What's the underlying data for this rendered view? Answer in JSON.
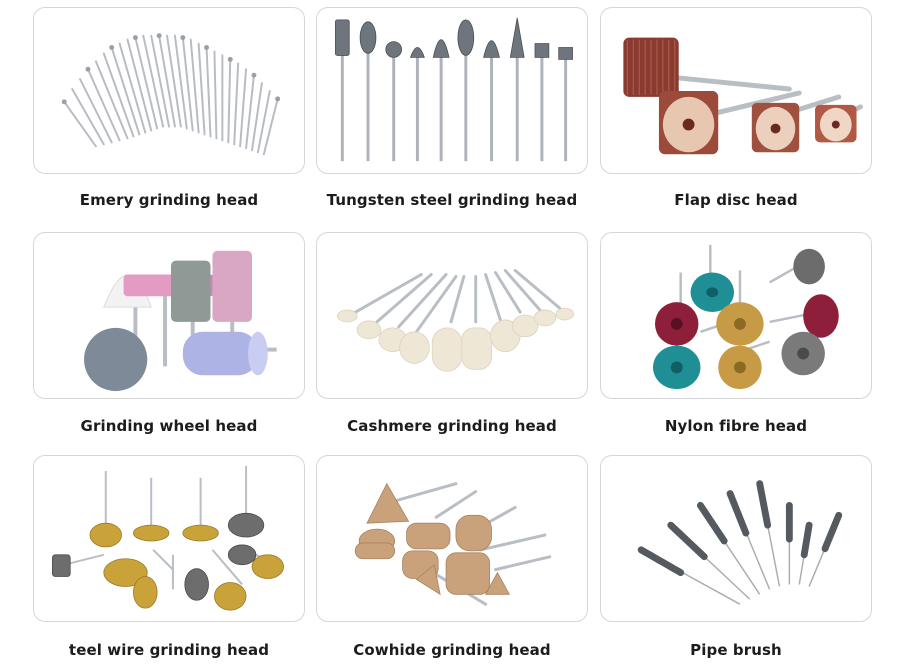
{
  "products": [
    {
      "label": "Emery grinding head",
      "icon": "emery-grinding-head-icon"
    },
    {
      "label": "Tungsten steel grinding head",
      "icon": "tungsten-steel-grinding-head-icon"
    },
    {
      "label": "Flap disc head",
      "icon": "flap-disc-head-icon"
    },
    {
      "label": "Grinding wheel head",
      "icon": "grinding-wheel-head-icon"
    },
    {
      "label": "Cashmere grinding head",
      "icon": "cashmere-grinding-head-icon"
    },
    {
      "label": "Nylon fibre head",
      "icon": "nylon-fibre-head-icon"
    },
    {
      "label": "teel wire grinding head",
      "icon": "steel-wire-grinding-head-icon"
    },
    {
      "label": "Cowhide grinding head",
      "icon": "cowhide-grinding-head-icon"
    },
    {
      "label": "Pipe brush",
      "icon": "pipe-brush-icon"
    }
  ],
  "colors": {
    "card_border": "#d6d6d6",
    "label_text": "#1c1c1c",
    "steel": "#b9bec4",
    "flap": "#8a3a2e",
    "felt": "#efe7d6",
    "brass": "#c9a23a",
    "leather": "#c9a27c"
  }
}
